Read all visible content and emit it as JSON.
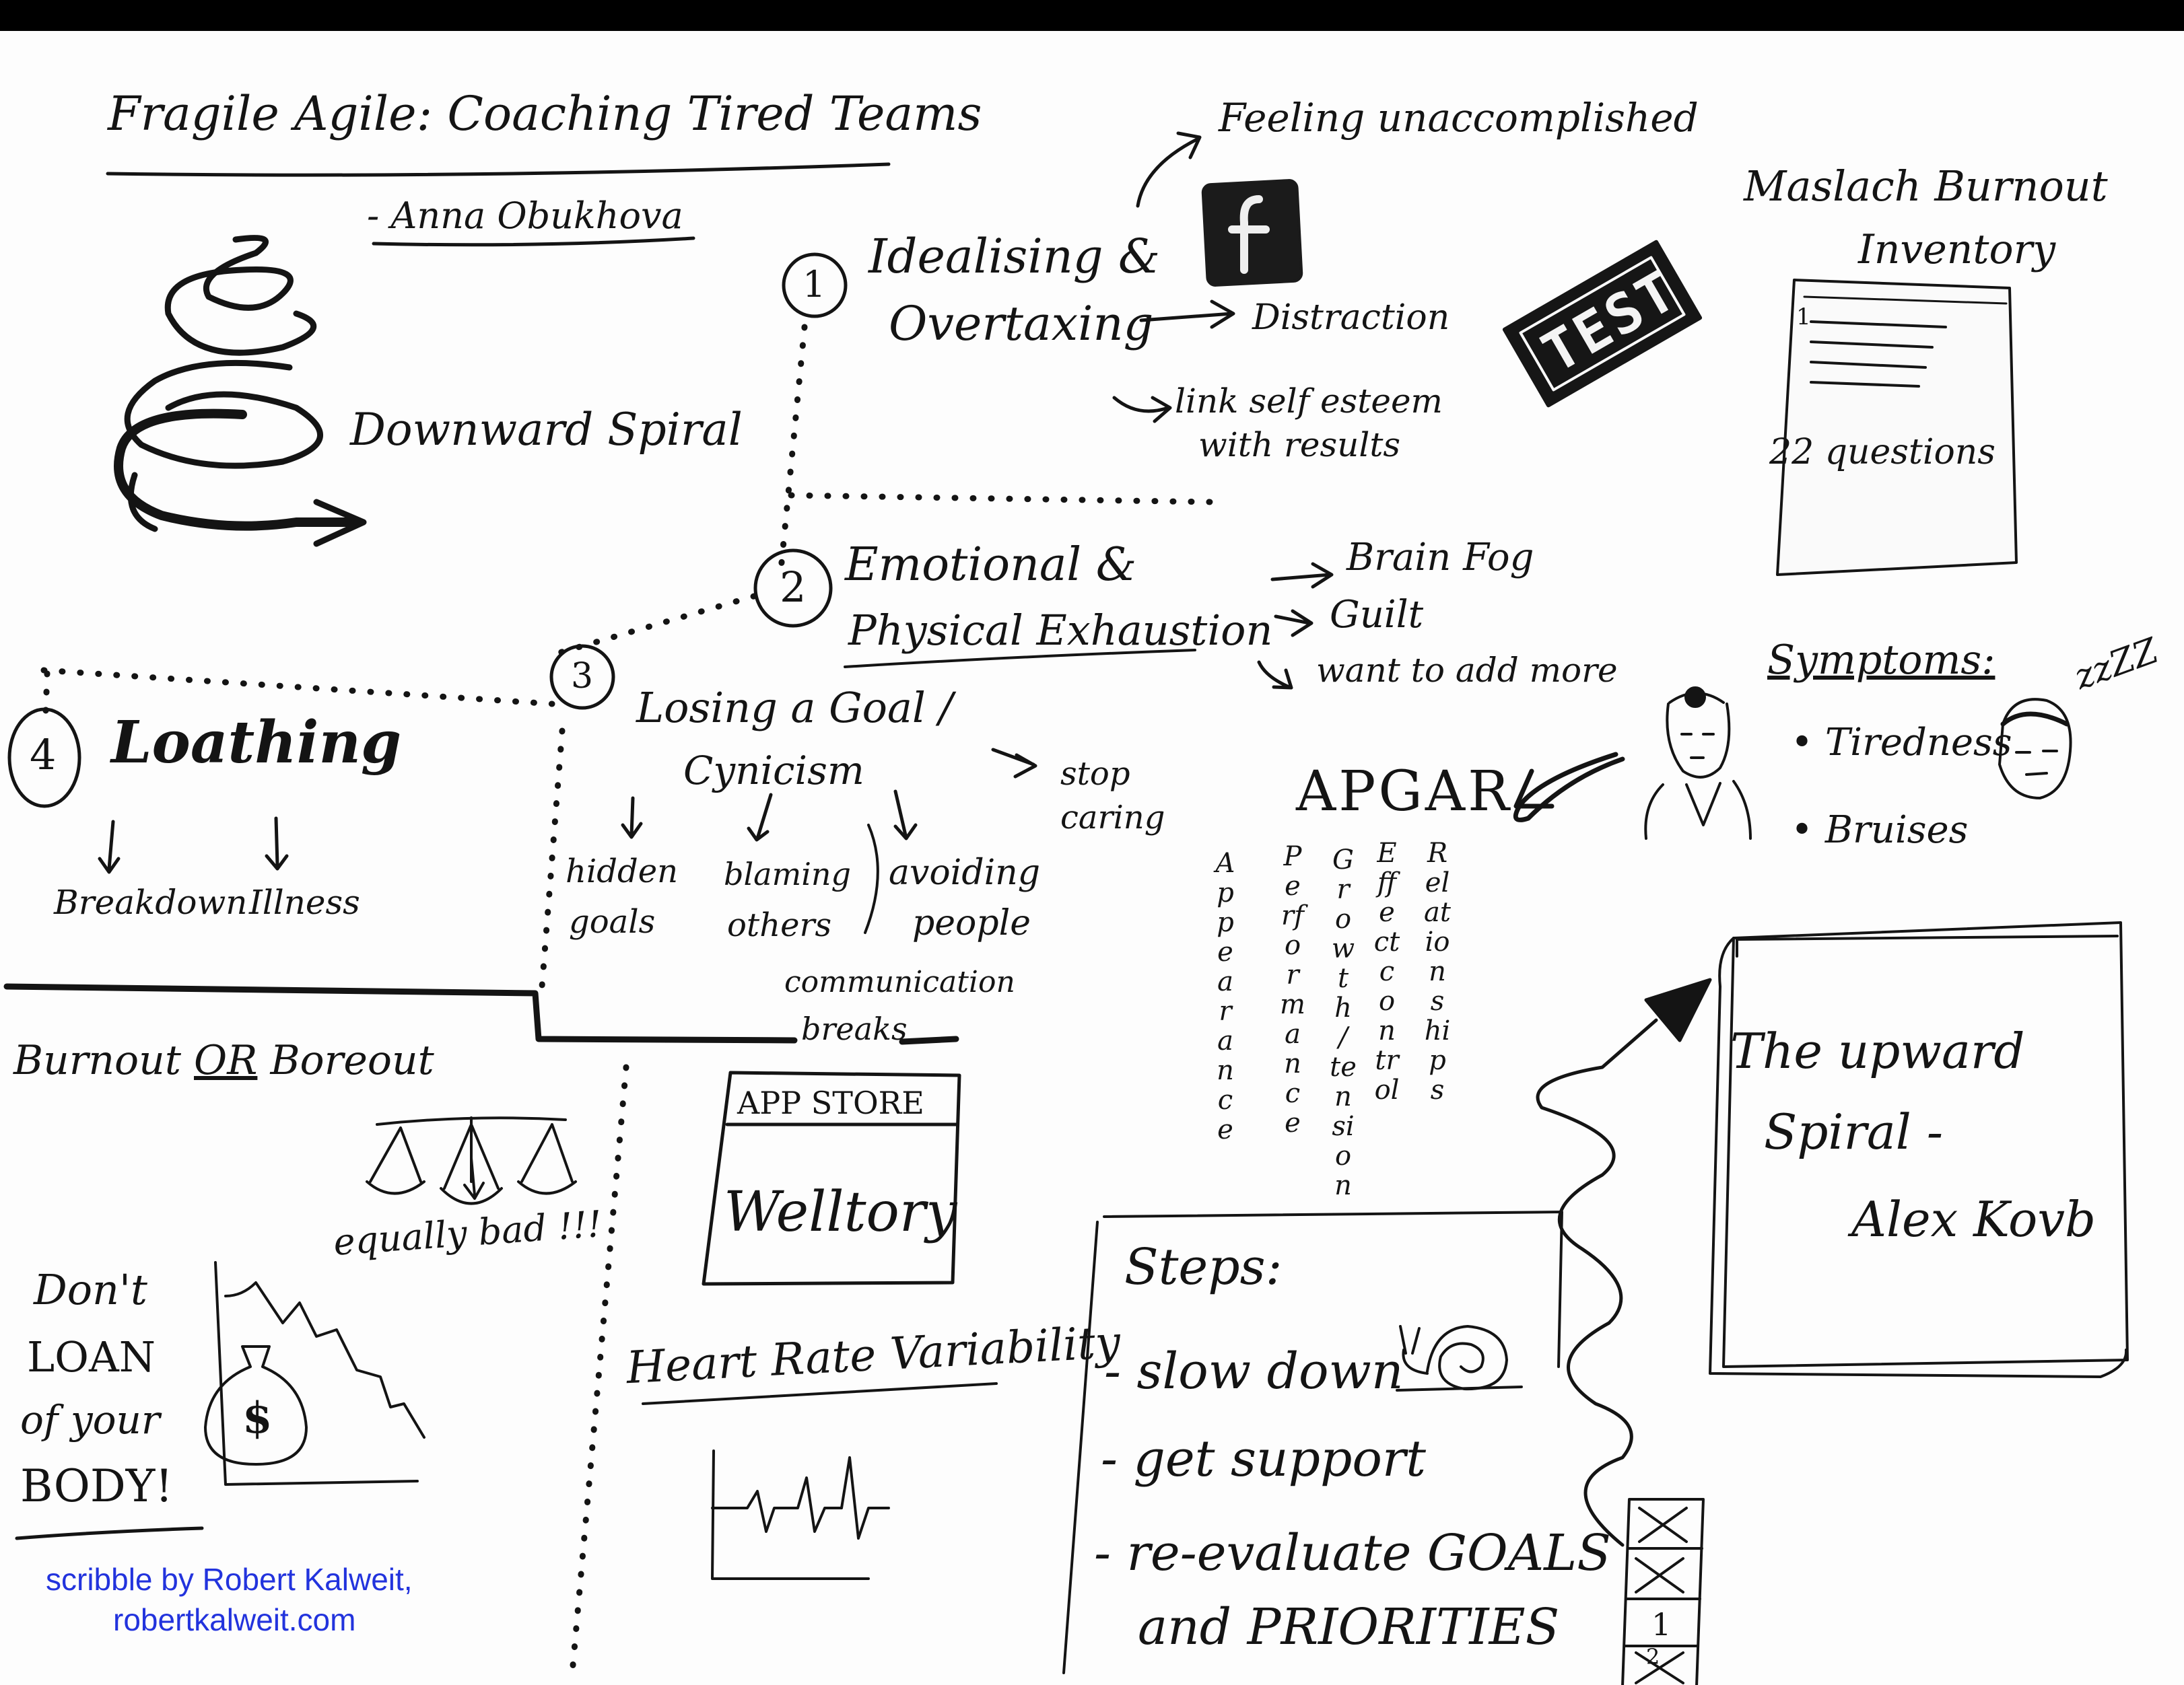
{
  "header": {
    "title": "Fragile Agile: Coaching Tired Teams",
    "speaker": "- Anna Obukhova"
  },
  "spiral": {
    "label": "Downward Spiral"
  },
  "stages": [
    {
      "number": "1",
      "title_line1": "Idealising &",
      "title_line2": "Overtaxing"
    },
    {
      "number": "2",
      "title_line1": "Emotional &",
      "title_line2": "Physical Exhaustion"
    },
    {
      "number": "3",
      "title_line1": "Losing a Goal /",
      "title_line2": "Cynicism"
    },
    {
      "number": "4",
      "title_line1": "Loathing"
    }
  ],
  "stage1_effects": {
    "feeling": "Feeling unaccomplished",
    "distraction": "Distraction",
    "link_line1": "link self esteem",
    "link_line2": "with results"
  },
  "stage2_effects": [
    "Brain Fog",
    "Guilt",
    "want to add more"
  ],
  "stage3_effects": {
    "stop_line1": "stop",
    "stop_line2": "caring",
    "hidden_line1": "hidden",
    "hidden_line2": "goals",
    "blaming_line1": "blaming",
    "blaming_line2": "others",
    "avoiding_line1": "avoiding",
    "avoiding_line2": "people",
    "comm_line1": "communication",
    "comm_line2": "breaks"
  },
  "stage4_effects": {
    "breakdown": "Breakdown",
    "illness": "Illness"
  },
  "test": {
    "stamp": "TEST",
    "name_line1": "Maslach Burnout",
    "name_line2": "Inventory",
    "item_number": "1",
    "questions": "22 questions"
  },
  "symptoms": {
    "title": "Symptoms:",
    "items": [
      "• Tiredness",
      "• Bruises"
    ],
    "sleep": "zzZZ"
  },
  "apgar": {
    "title": "APGAR",
    "columns": [
      "Appearance",
      "Performance",
      "Growth / tension",
      "Effect control",
      "Relationships"
    ]
  },
  "burnout": {
    "title_pre": "Burnout ",
    "title_or": "OR",
    "title_post": " Boreout",
    "verdict": "equally bad !!!"
  },
  "loan": {
    "line1": "Don't",
    "line2": "LOAN",
    "line3": "of your",
    "line4": "BODY!",
    "symbol": "$"
  },
  "app": {
    "store": "APP STORE",
    "name": "Welltory"
  },
  "hrv": {
    "label": "Heart Rate Variability"
  },
  "upward": {
    "line1": "The upward",
    "line2": "Spiral -",
    "author": "Alex Kovb"
  },
  "steps": {
    "title": "Steps:",
    "items": [
      "- slow down",
      "- get support",
      "- re-evaluate GOALS",
      "and PRIORITIES"
    ],
    "checklist_numbers": [
      "1",
      "2"
    ]
  },
  "credit": {
    "line1": "scribble by Robert Kalweit,",
    "line2": "robertkalweit.com"
  }
}
